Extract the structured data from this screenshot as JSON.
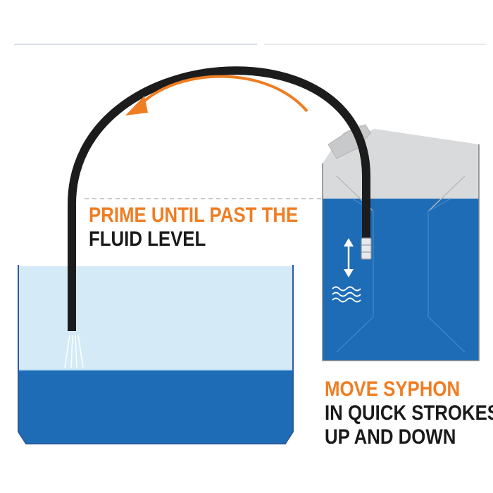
{
  "colors": {
    "accent_orange": "#ef7d22",
    "hose": "#1c1c1c",
    "fluid_dark": "#1e6cb6",
    "fluid_light": "#d4ebf7",
    "tank_outline": "#2a5aa0",
    "container_grey": "#d9dadc",
    "dashed_line": "#b9b9b9",
    "text_dark": "#1a1a1a"
  },
  "icons": {
    "direction_arrow": "curved-arrow-icon",
    "stroke_arrow": "double-arrow-icon",
    "waves": "wave-icon"
  },
  "captions": {
    "prime": {
      "highlight": "PRIME UNTIL PAST THE",
      "rest": "FLUID LEVEL"
    },
    "move": {
      "highlight": "MOVE SYPHON",
      "rest_line1": "IN QUICK STROKES",
      "rest_line2": "UP AND DOWN"
    }
  }
}
